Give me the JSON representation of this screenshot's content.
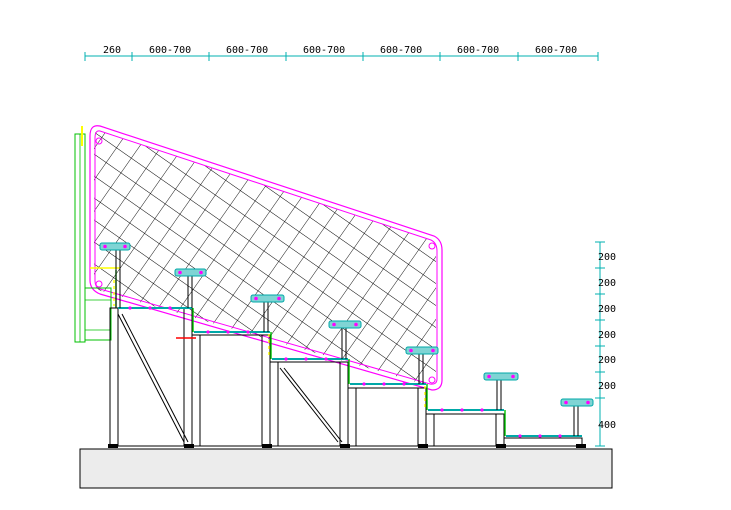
{
  "dimensions": {
    "top": [
      "260",
      "600-700",
      "600-700",
      "600-700",
      "600-700",
      "600-700",
      "600-700"
    ],
    "right": [
      "200",
      "200",
      "200",
      "200",
      "200",
      "200",
      "400"
    ]
  },
  "colors": {
    "outline": "#000000",
    "panel_frame": "#ff00ff",
    "seat": "#00a8a8",
    "seat_dot": "#ff00ff",
    "highlight": "#ffff00",
    "green_rail": "#00c000",
    "dimension_line": "#00b0b0",
    "ground": "#ececec"
  }
}
